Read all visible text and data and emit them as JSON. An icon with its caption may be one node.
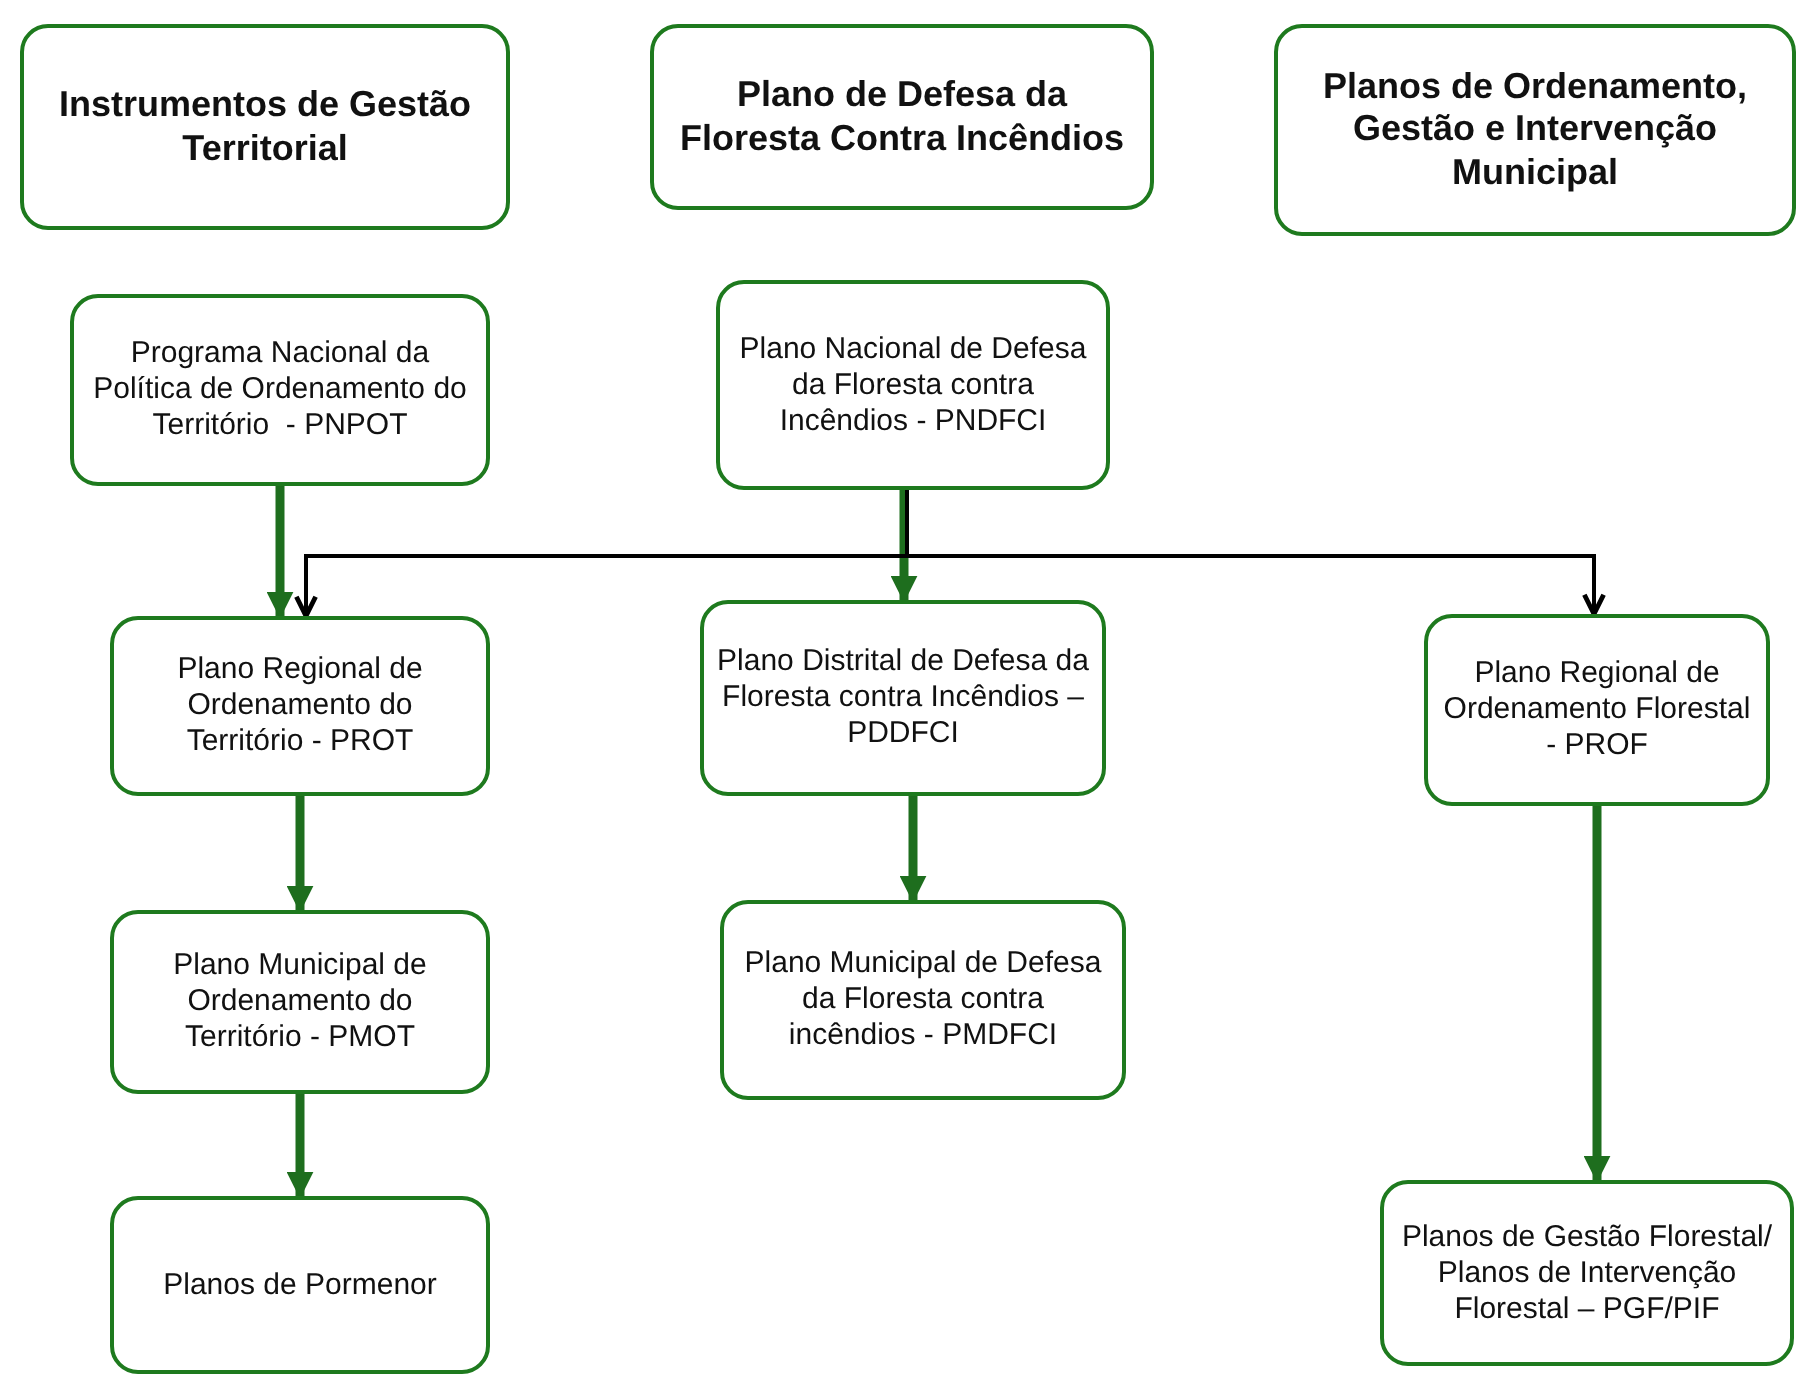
{
  "diagram": {
    "nodes": [
      {
        "text": [
          "Instrumentos de Gestão Territorial"
        ]
      },
      {
        "text": [
          "Plano de Defesa da Floresta Contra Incêndios"
        ]
      },
      {
        "text": [
          "Planos de Ordenamento, Gestão e Intervenção Municipal"
        ]
      },
      {
        "text": [
          "Programa Nacional da Política de Ordenamento do Território  - PNPOT"
        ]
      },
      {
        "text": [
          "Plano Nacional de Defesa da Floresta contra Incêndios - PNDFCI"
        ]
      },
      {
        "text": [
          "Plano Regional de Ordenamento do Território - PROT"
        ]
      },
      {
        "text": [
          "Plano Distrital de Defesa da Floresta contra Incêndios – PDDFCI"
        ]
      },
      {
        "text": [
          "Plano Regional de Ordenamento Florestal - PROF"
        ]
      },
      {
        "text": [
          "Plano Municipal de Ordenamento do Território - PMOT"
        ]
      },
      {
        "text": [
          "Plano Municipal de Defesa da Floresta contra incêndios - PMDFCI"
        ]
      },
      {
        "text": [
          "Planos de Pormenor"
        ]
      },
      {
        "text": [
          "Planos de Gestão Florestal/ Planos de Intervenção Florestal – PGF/PIF"
        ]
      }
    ],
    "edges": [
      {
        "from": 3,
        "to": 5,
        "arrow": "to"
      },
      {
        "from": 4,
        "to": 6,
        "arrow": "to"
      },
      {
        "from": 4,
        "to": 5,
        "arrow": "to",
        "color": "#000000"
      },
      {
        "from": 4,
        "to": 7,
        "arrow": "to",
        "color": "#000000"
      },
      {
        "from": 5,
        "to": 8,
        "arrow": "to"
      },
      {
        "from": 6,
        "to": 9,
        "arrow": "to"
      },
      {
        "from": 8,
        "to": 10,
        "arrow": "to"
      },
      {
        "from": 7,
        "to": 11,
        "arrow": "to"
      }
    ]
  }
}
